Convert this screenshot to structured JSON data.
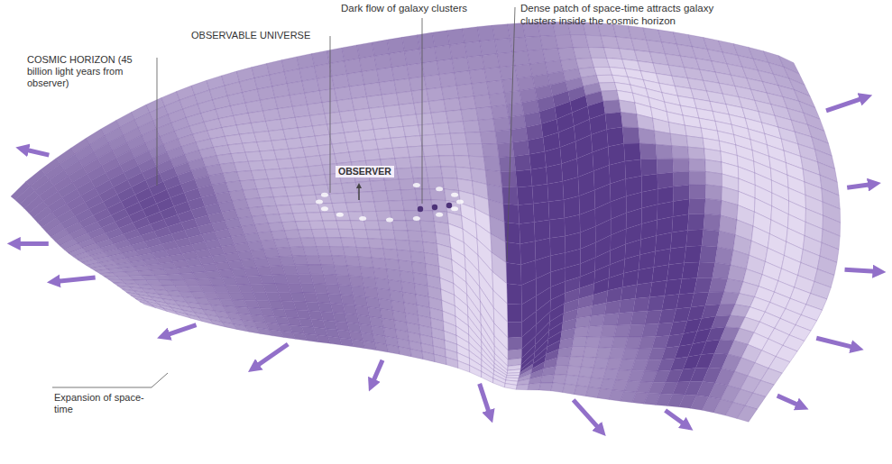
{
  "diagram": {
    "labels": [
      "Dark flow of galaxy clusters",
      "Dense patch of space-time attracts galaxy clusters inside the cosmic horizon",
      "OBSERVABLE UNIVERSE",
      "COSMIC HORIZON (45 billion light years from observer)",
      "OBSERVER",
      "Expansion of space-time"
    ]
  }
}
